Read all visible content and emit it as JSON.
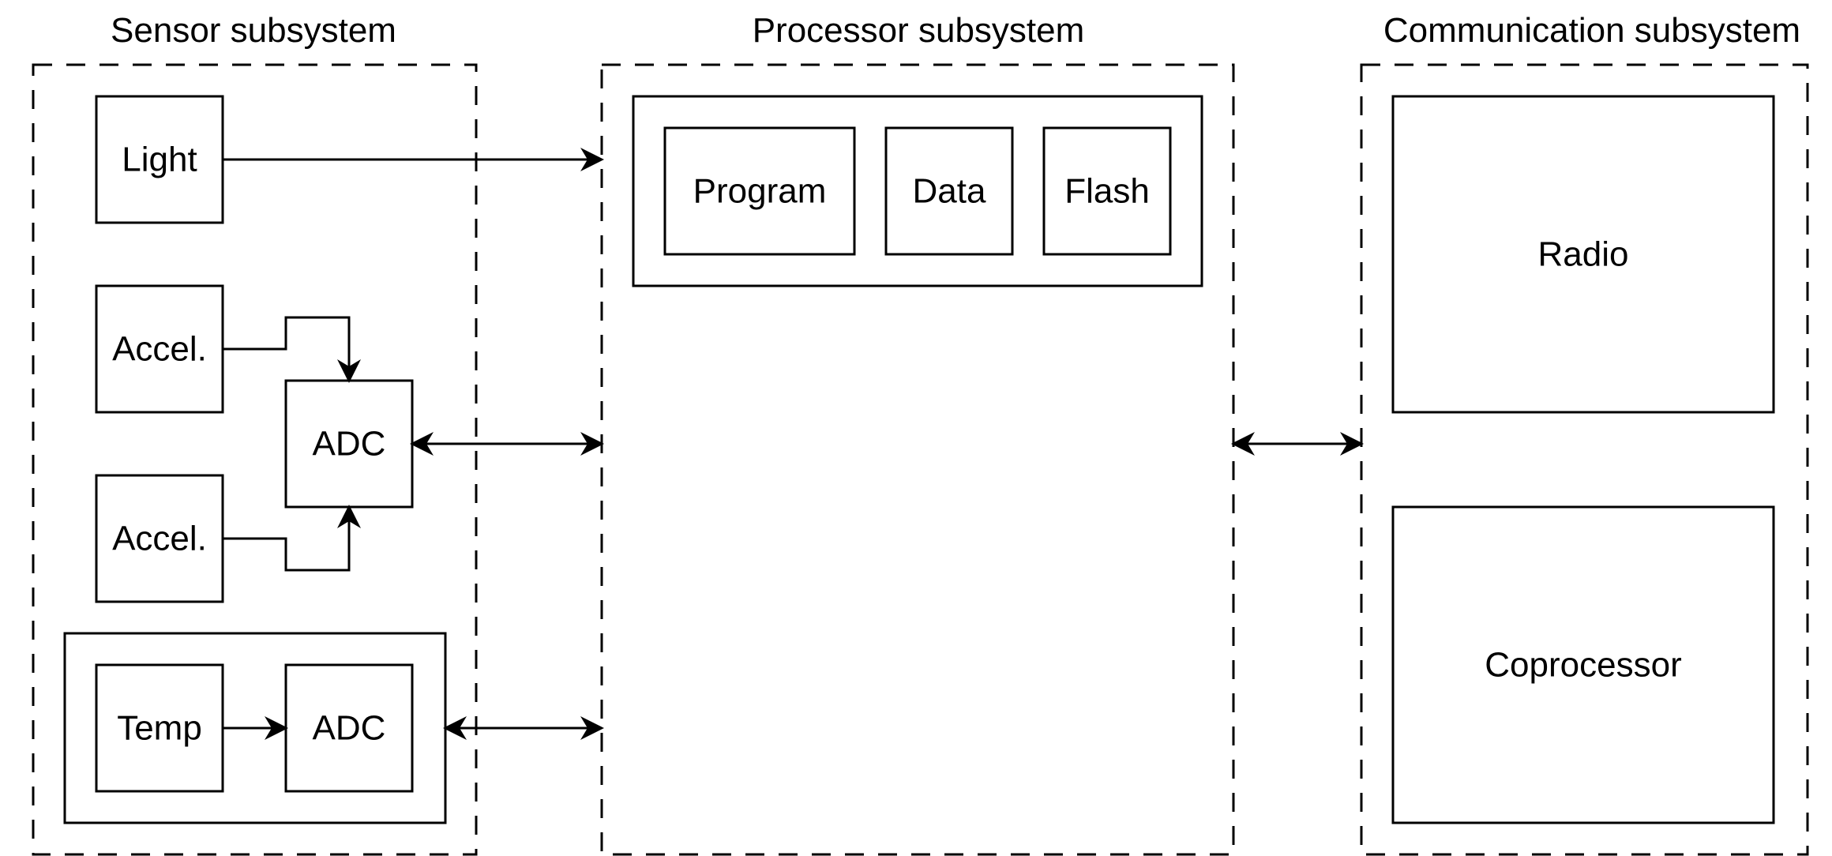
{
  "groups": {
    "sensor": {
      "title": "Sensor subsystem"
    },
    "processor": {
      "title": "Processor subsystem"
    },
    "communication": {
      "title": "Communication subsystem"
    }
  },
  "sensor": {
    "light": "Light",
    "accel_top": "Accel.",
    "accel_bottom": "Accel.",
    "adc_shared": "ADC",
    "temp": "Temp",
    "adc_temp": "ADC"
  },
  "processor": {
    "program": "Program",
    "data": "Data",
    "flash": "Flash"
  },
  "communication": {
    "radio": "Radio",
    "coprocessor": "Coprocessor"
  }
}
